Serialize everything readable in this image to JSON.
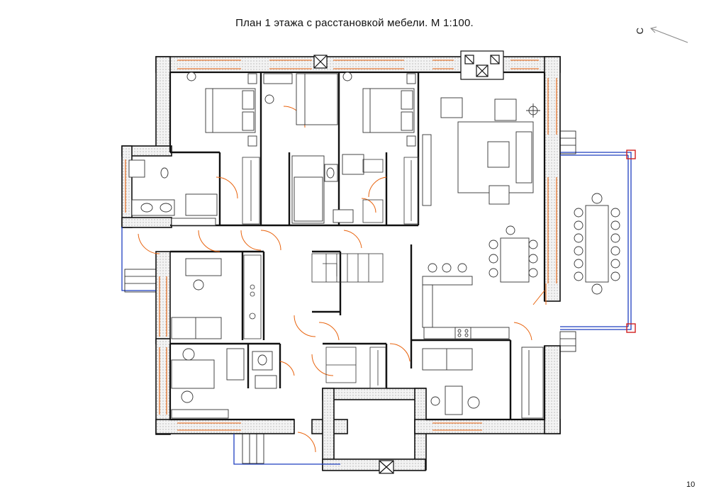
{
  "sheet": {
    "title": "План 1 этажа с расстановкой мебели. М 1:100.",
    "north_label": "С",
    "page_number": "10"
  },
  "colors": {
    "wall": "#111111",
    "insulation": "#bbbbbb",
    "door_swing": "#e8620c",
    "window_frame": "#e8620c",
    "terrace": "#1f3fbf",
    "column_marker": "#d11f1f",
    "furniture": "#333333",
    "north_arrow": "#888888"
  },
  "icons": {
    "north_arrow": "north-arrow-icon",
    "chimney": "fireplace-icon",
    "vent": "ventilation-shaft-icon"
  }
}
